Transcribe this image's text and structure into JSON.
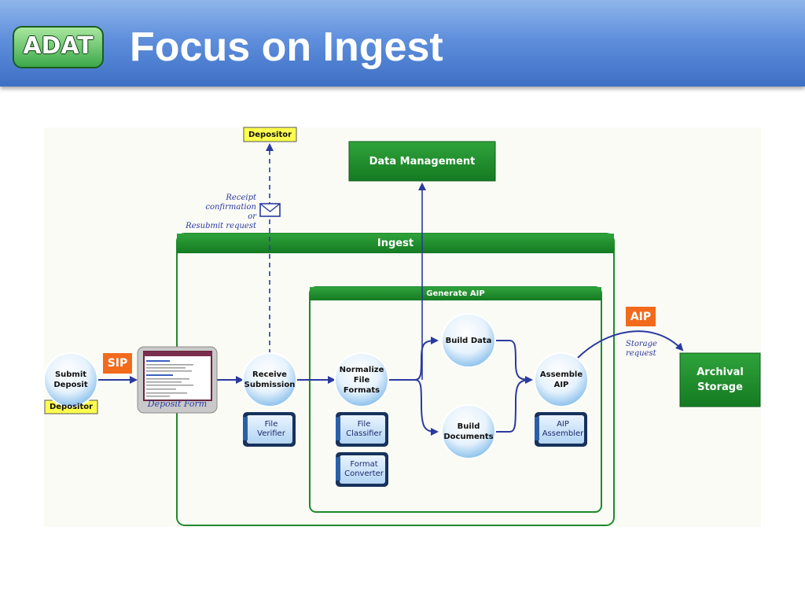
{
  "header": {
    "logo_text": "ADAT",
    "title": "Focus on Ingest"
  },
  "colors": {
    "header_blue": "#5f8fdc",
    "green": "#1e8a2c",
    "orange": "#f26a1b",
    "yellow": "#ffff4d",
    "arrow_blue": "#2a3aa0"
  },
  "diagram": {
    "depositor_top": "Depositor",
    "depositor_bottom": "Depositor",
    "data_management": "Data Management",
    "ingest": "Ingest",
    "generate_aip": "Generate AIP",
    "archival_storage": "Archival Storage",
    "sip": "SIP",
    "aip": "AIP",
    "receipt_note": "Receipt confirmation\nor\nResubmit request",
    "storage_note": "Storage\nrequest",
    "deposit_form": "Deposit Form",
    "nodes": {
      "submit_deposit": "Submit Deposit",
      "receive_submission": "Receive Submission",
      "normalize": "Normalize File Formats",
      "build_data": "Build Data",
      "build_documents": "Build Documents",
      "assemble_aip": "Assemble AIP"
    },
    "tools": {
      "file_verifier": "File\nVerifier",
      "file_classifier": "File\nClassifier",
      "format_converter": "Format\nConverter",
      "aip_assembler": "AIP\nAssembler"
    }
  }
}
